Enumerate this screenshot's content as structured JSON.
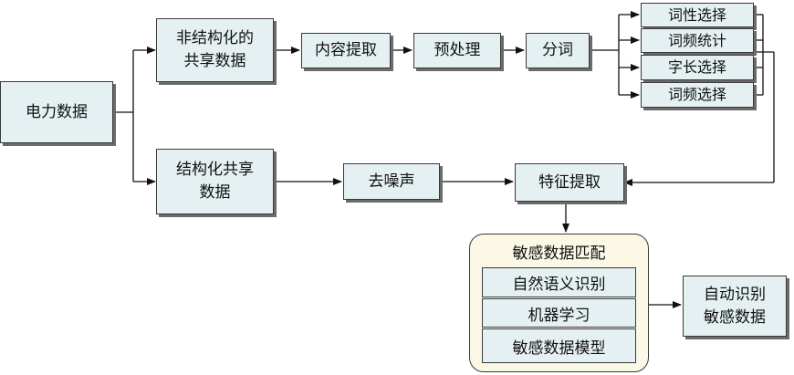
{
  "nodes": {
    "power_data": "电力数据",
    "unstructured": "非结构化的\n共享数据",
    "content_extract": "内容提取",
    "preprocess": "预处理",
    "segmentation": "分词",
    "pos_select": "词性选择",
    "freq_stat": "词频统计",
    "len_select": "字长选择",
    "freq_select": "词频选择",
    "structured": "结构化共享\n数据",
    "denoise": "去噪声",
    "feature_extract": "特征提取",
    "auto_identify": "自动识别\n敏感数据"
  },
  "matching_group": {
    "title": "敏感数据匹配",
    "items": [
      "自然语义识别",
      "机器学习",
      "敏感数据模型"
    ]
  }
}
